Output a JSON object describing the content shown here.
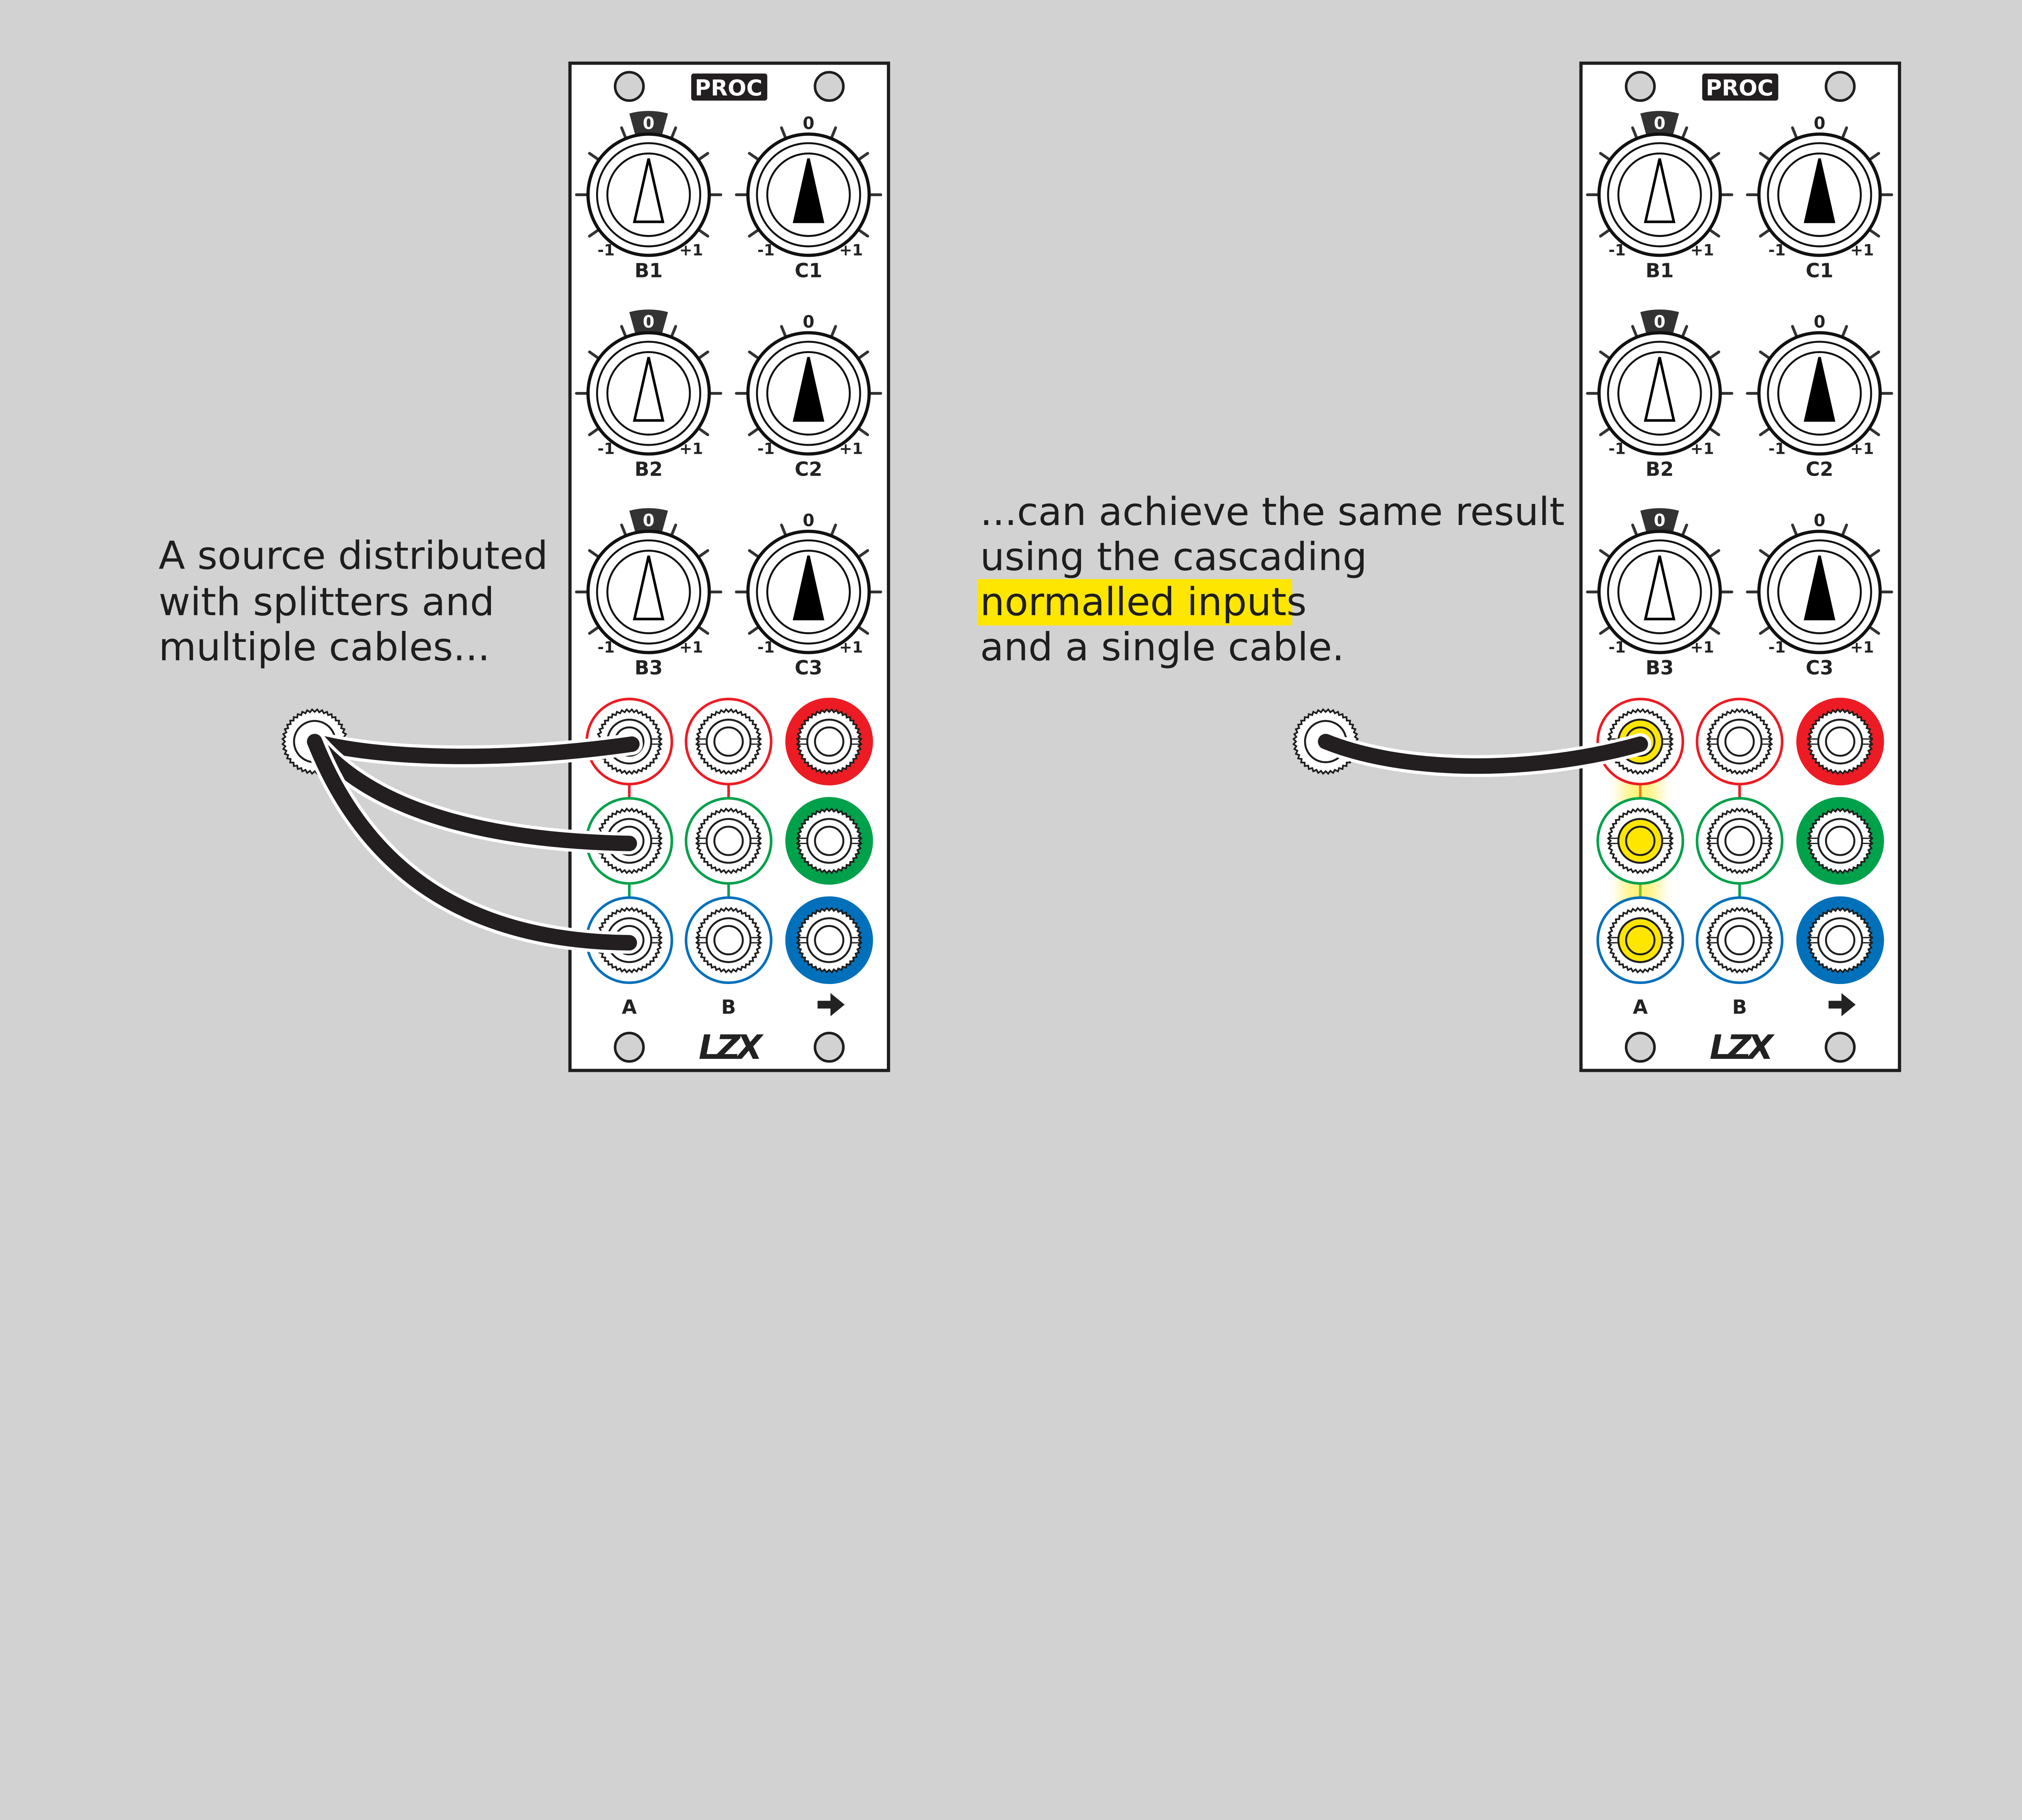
{
  "captions": {
    "left": [
      "A source distributed",
      "with splitters and",
      "multiple cables..."
    ],
    "right": [
      "...can achieve the same result",
      "using the cascading",
      "normalled inputs",
      "and a single cable."
    ],
    "highlight_color": "#ffe600"
  },
  "module": {
    "name": "PROC",
    "brand": "LZX",
    "knobs": [
      {
        "label": "B1",
        "zero": "0",
        "min": "-1",
        "max": "+1",
        "type": "outline"
      },
      {
        "label": "C1",
        "zero": "0",
        "min": "-1",
        "max": "+1",
        "type": "filled"
      },
      {
        "label": "B2",
        "zero": "0",
        "min": "-1",
        "max": "+1",
        "type": "outline"
      },
      {
        "label": "C2",
        "zero": "0",
        "min": "-1",
        "max": "+1",
        "type": "filled"
      },
      {
        "label": "B3",
        "zero": "0",
        "min": "-1",
        "max": "+1",
        "type": "outline"
      },
      {
        "label": "C3",
        "zero": "0",
        "min": "-1",
        "max": "+1",
        "type": "filled"
      }
    ],
    "jack_columns": [
      "A",
      "B",
      "→"
    ],
    "jack_row_colors": [
      "#ed1c24",
      "#00a14b",
      "#0070bb"
    ],
    "output_icon": "arrow-right-icon"
  },
  "diagrams": [
    {
      "id": "splitters",
      "cables": 3
    },
    {
      "id": "normalled",
      "cables": 1,
      "highlighted_jacks": [
        "A1",
        "A2",
        "A3"
      ]
    }
  ]
}
